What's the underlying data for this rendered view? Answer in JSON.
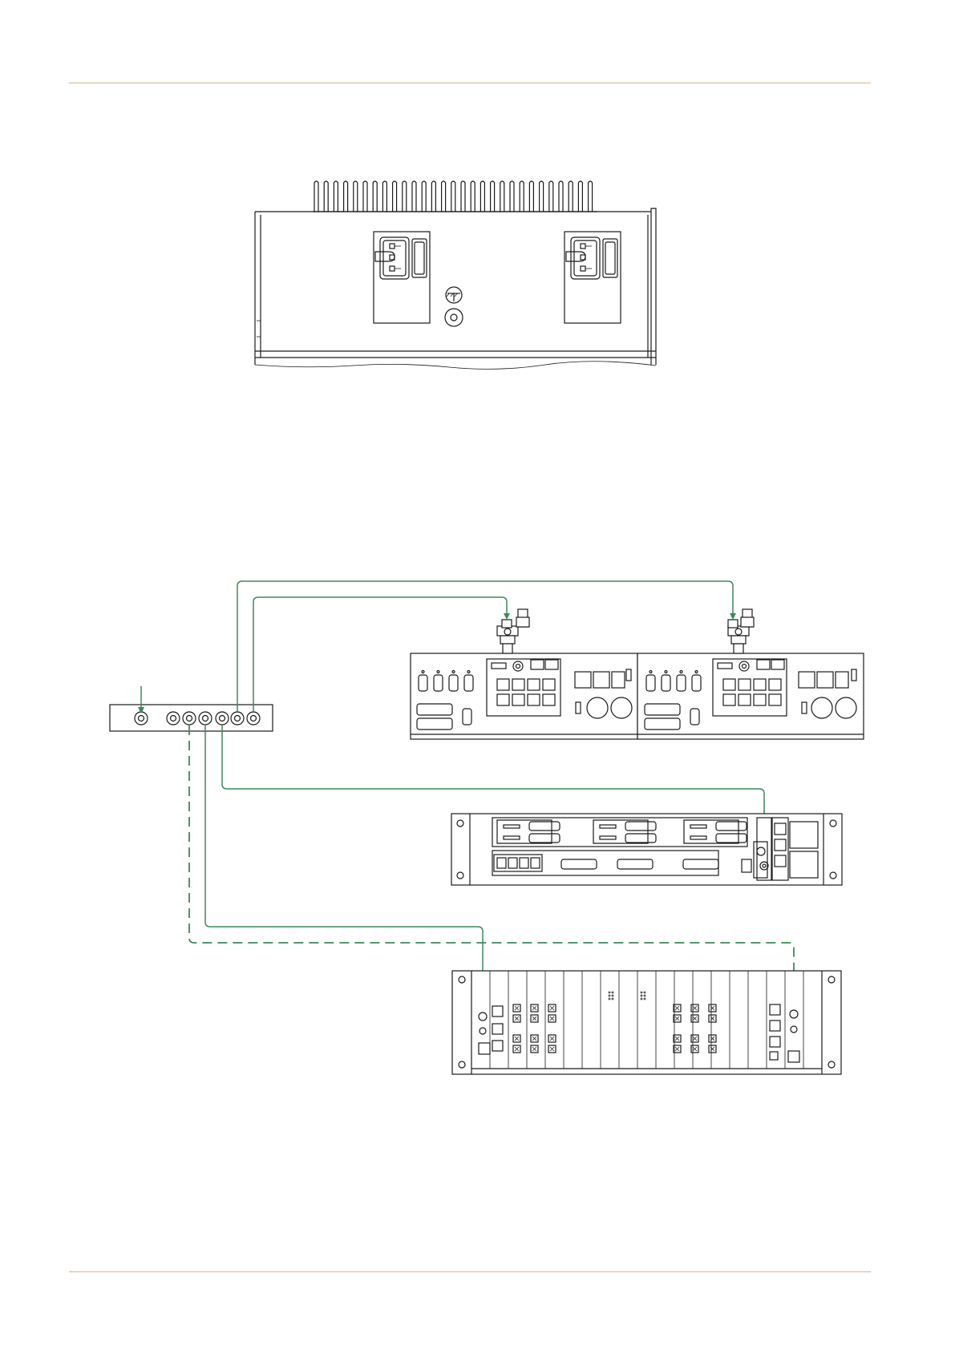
{
  "page": {
    "background": "#ffffff",
    "rule_color": "#d7b48a"
  },
  "figures": [
    {
      "id": "power-supply-rear-view",
      "icon": "power-supply-rear-panel"
    },
    {
      "id": "clock-distribution-wiring",
      "icon": "wiring-diagram"
    }
  ],
  "colors": {
    "cable": "#3a8a5a",
    "outline": "#1a1a1a"
  },
  "cables": [
    {
      "id": "cable-to-frame-a",
      "style": "solid"
    },
    {
      "id": "cable-to-frame-b",
      "style": "solid"
    },
    {
      "id": "cable-to-rack-unit",
      "style": "solid"
    },
    {
      "id": "cable-to-card-frame-left",
      "style": "solid"
    },
    {
      "id": "cable-to-card-frame-right",
      "style": "dashed"
    }
  ]
}
